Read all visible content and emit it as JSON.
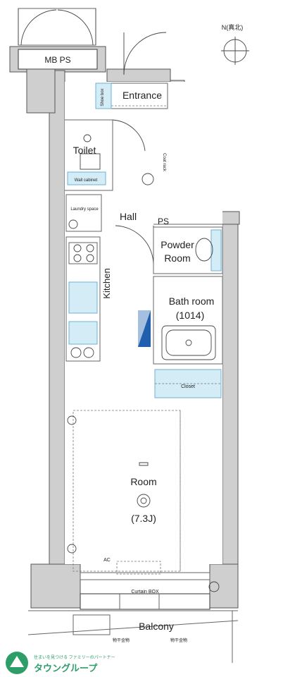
{
  "labels": {
    "mb_ps": "MB PS",
    "entrance": "Entrance",
    "shoe_box": "Shoe box",
    "toilet": "Toilet",
    "washing_small": "Wall cabinet",
    "laundry_space": "Laundry space",
    "hall": "Hall",
    "ps": "PS",
    "powder_room_1": "Powder",
    "powder_room_2": "Room",
    "kitchen": "Kitchen",
    "bath_room_1": "Bath room",
    "bath_room_2": "(1014)",
    "closet": "Closet",
    "room": "Room",
    "room_size": "(7.3J)",
    "curtain_box": "Curtain BOX",
    "balcony": "Balcony",
    "north": "N(真北)",
    "coat_rack": "Coat rack",
    "outlet_note_1": "物干金物",
    "outlet_note_2": "物干金物",
    "ac": "AC",
    "brand_tagline": "住まいを見つける ファミリーのパートナー",
    "brand_name": "タウングループ"
  },
  "colors": {
    "fixture_blue": "#d3ecf6",
    "fixture_stroke": "#6bb3d6",
    "wall_gray": "#cfcfcf",
    "brand_green": "#2e9e68"
  }
}
